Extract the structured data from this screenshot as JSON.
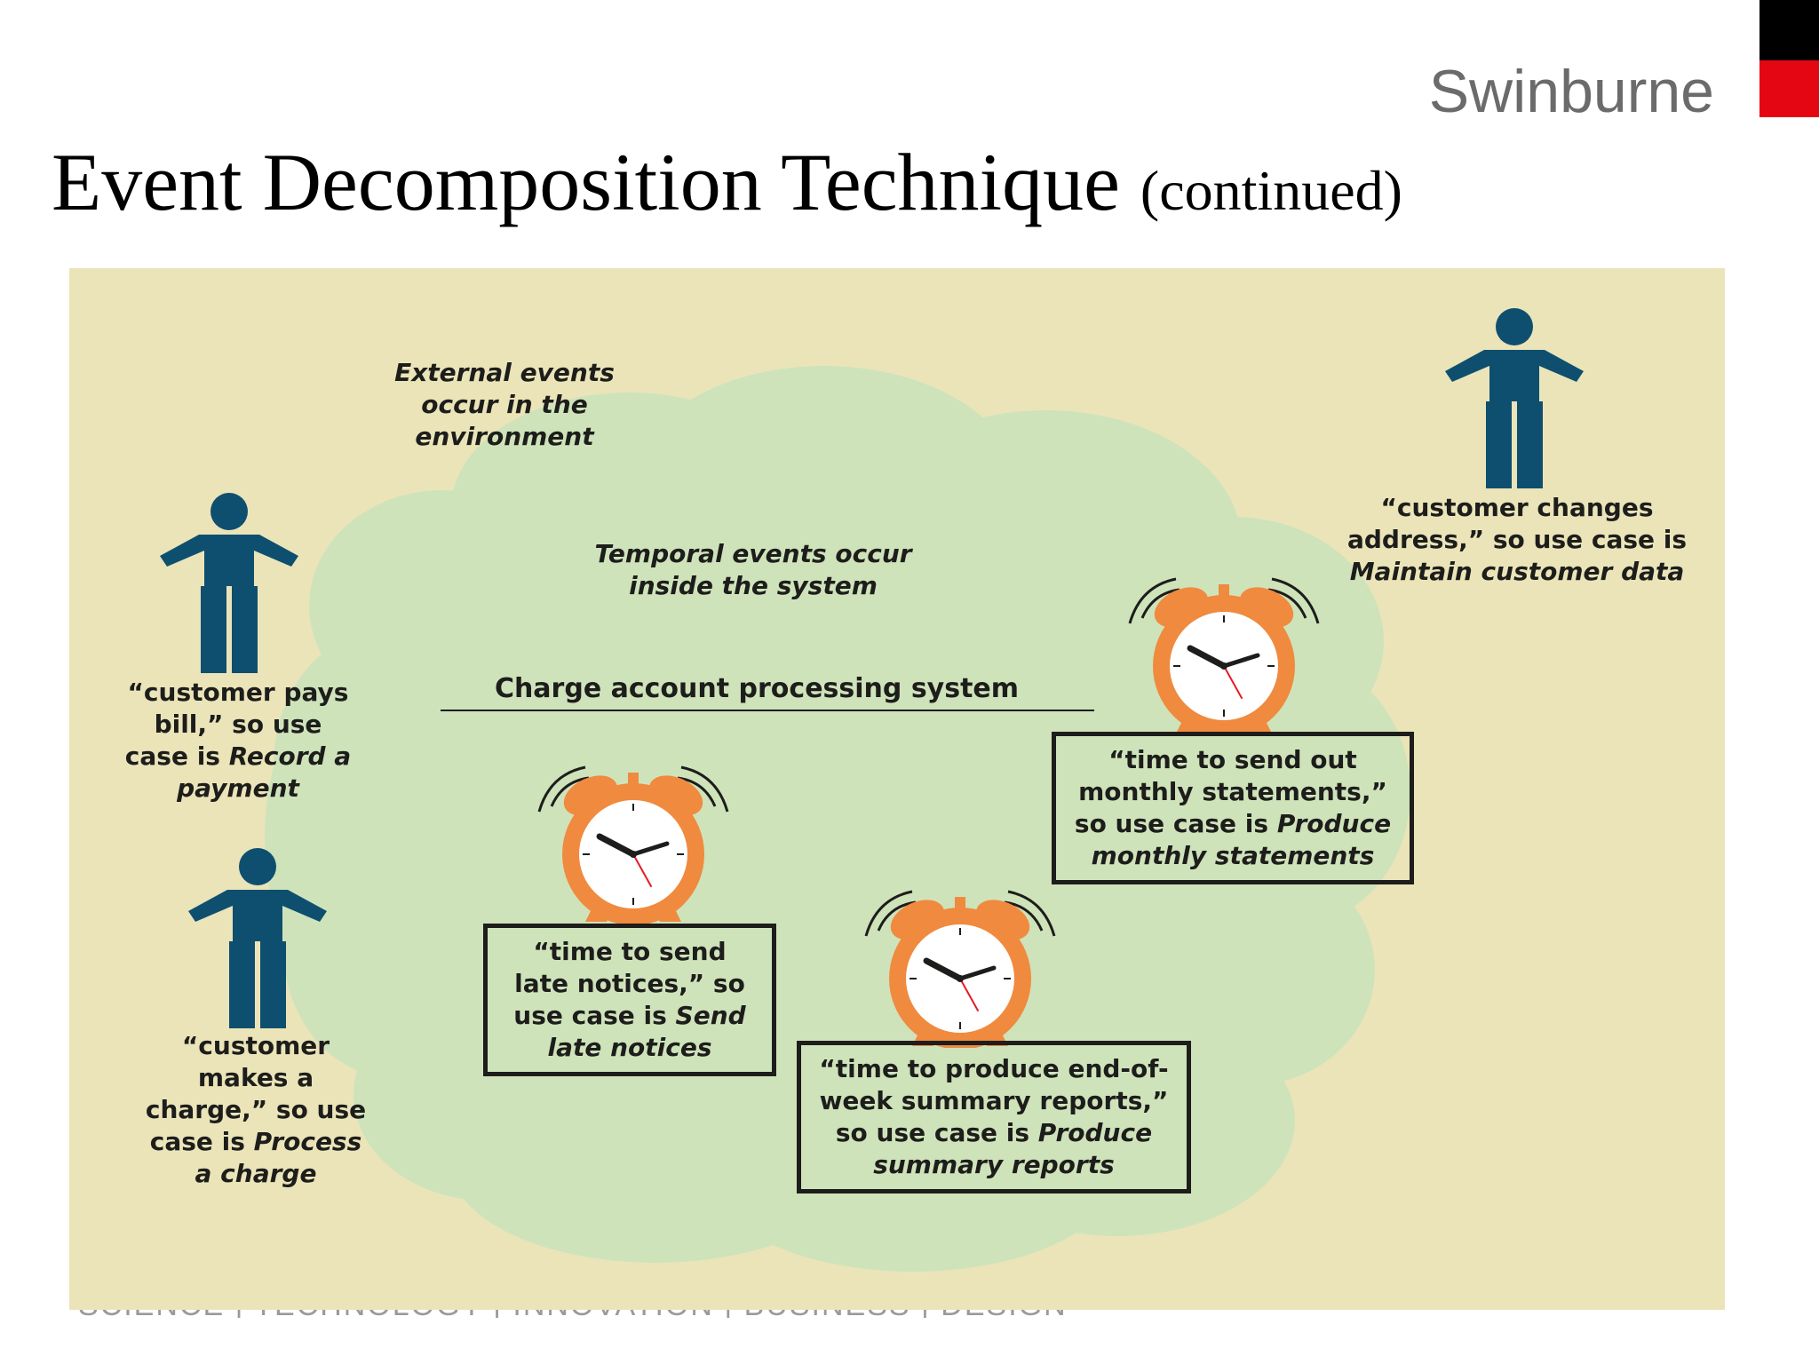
{
  "brand": "Swinburne",
  "brand_colors": {
    "top_bar": "#000000",
    "red_bar": "#e40613"
  },
  "title": {
    "main": "Event Decomposition Technique",
    "sub": "(continued)"
  },
  "footer": "SCIENCE  |  TECHNOLOGY  |  INNOVATION  |  BUSINESS  |  DESIGN",
  "diagram": {
    "colors": {
      "background": "#ebe4b9",
      "cloud": "#cfe3bb",
      "person": "#0e4f6f",
      "clock": "#f08a3e"
    },
    "external_label": {
      "line1": "External events",
      "line2": "occur in the",
      "line3": "environment"
    },
    "temporal_label": {
      "line1": "Temporal events occur",
      "line2": "inside the system"
    },
    "system_title": "Charge account processing system",
    "actors": [
      {
        "icon": "person-icon",
        "l1": "“customer pays",
        "l2": "bill,” so use",
        "l3a": "case is ",
        "l3b": "Record a",
        "l4": "payment"
      },
      {
        "icon": "person-icon",
        "l1": "“customer",
        "l2": "makes a",
        "l3": "charge,” so use",
        "l4a": "case is ",
        "l4b": "Process",
        "l5": "a charge"
      },
      {
        "icon": "person-icon",
        "l1": "“customer changes",
        "l2": "address,” so use case is",
        "l3": "Maintain customer data"
      }
    ],
    "temporal": [
      {
        "icon": "alarm-clock-icon",
        "l1": "“time to send",
        "l2": "late notices,” so",
        "l3a": "use case is ",
        "l3b": "Send",
        "l4": "late notices"
      },
      {
        "icon": "alarm-clock-icon",
        "l1": "“time to produce end-of-",
        "l2": "week summary reports,”",
        "l3a": "so use case is  ",
        "l3b": "Produce",
        "l4": "summary reports"
      },
      {
        "icon": "alarm-clock-icon",
        "l1": "“time to send out",
        "l2": "monthly statements,”",
        "l3a": "so use case is ",
        "l3b": "Produce",
        "l4": "monthly statements"
      }
    ]
  }
}
